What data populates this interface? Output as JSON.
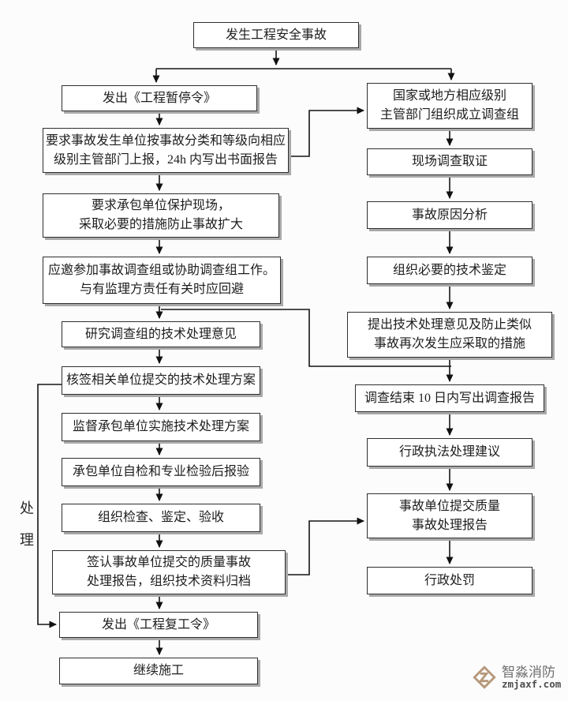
{
  "diagram": {
    "nodes": {
      "start": "发生工程安全事故",
      "suspend_order": "发出《工程暂停令》",
      "report_24h": "要求事故发生单位按事故分类和等级向相应\n级别主管部门上报，24h 内写出书面报告",
      "protect_site": "要求承包单位保护现场，\n采取必要的措施防止事故扩大",
      "join_investigation": "应邀参加事故调查组或协助调查组工作。\n与有监理方责任有关时应回避",
      "study_opinion": "研究调查组的技术处理意见",
      "countersign_plan": "核签相关单位提交的技术处理方案",
      "supervise_implementation": "监督承包单位实施技术处理方案",
      "contractor_selfcheck": "承包单位自检和专业检验后报验",
      "organize_acceptance": "组织检查、鉴定、验收",
      "sign_report_archive": "签认事故单位提交的质量事故\n处理报告，组织技术资料归档",
      "resume_order": "发出《工程复工令》",
      "continue_construction": "继续施工",
      "form_investigation_team": "国家或地方相应级别\n主管部门组织成立调查组",
      "site_evidence": "现场调查取证",
      "cause_analysis": "事故原因分析",
      "technical_appraisal": "组织必要的技术鉴定",
      "propose_measures": "提出技术处理意见及防止类似\n事故再次发生应采取的措施",
      "investigation_report": "调查结束 10 日内写出调查报告",
      "enforcement_suggestion": "行政执法处理建议",
      "submit_quality_report": "事故单位提交质量\n事故处理报告",
      "administrative_penalty": "行政处罚"
    },
    "side_label": "处理"
  },
  "watermark": {
    "brand": "智淼消防",
    "domain": "zmjaxf.com"
  },
  "colors": {
    "line": "#151515",
    "box_border": "#2f2f2f",
    "shadow": "#a9a9a9",
    "logo": "#b5977a"
  }
}
